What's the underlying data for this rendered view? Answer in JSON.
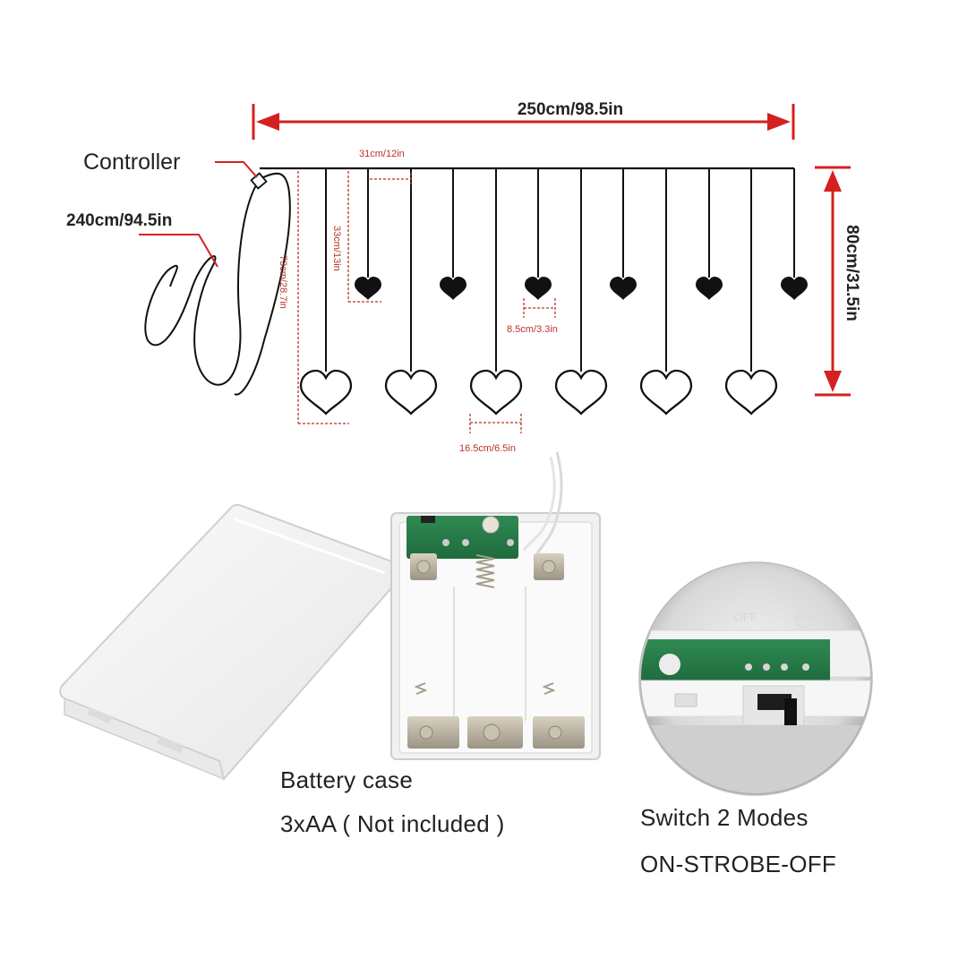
{
  "diagram": {
    "width_label": "250cm/98.5in",
    "height_label": "80cm/31.5in",
    "controller_label": "Controller",
    "lead_label": "240cm/94.5in",
    "spacing_label": "31cm/12in",
    "short_drop_label": "33cm/13in",
    "long_drop_label": "73cm/28.7in",
    "small_heart_label": "8.5cm/3.3in",
    "big_heart_label": "16.5cm/6.5in",
    "accent_color": "#d42020"
  },
  "captions": {
    "battery_title": "Battery case",
    "battery_note": "3xAA ( Not included )",
    "switch_title": "Switch 2 Modes",
    "switch_modes": "ON-STROBE-OFF"
  },
  "inset": {
    "switch_off_text": "OFF",
    "switch_on_text": "ON"
  }
}
